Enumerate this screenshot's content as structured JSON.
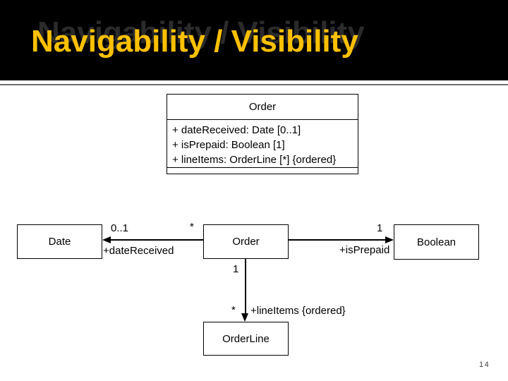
{
  "header": {
    "title": "Navigability / Visibility"
  },
  "class_box": {
    "name": "Order",
    "attributes": [
      "+ dateReceived: Date [0..1]",
      "+ isPrepaid: Boolean [1]",
      "+ lineItems: OrderLine [*] {ordered}"
    ]
  },
  "diagram": {
    "date_class": "Date",
    "order_class": "Order",
    "boolean_class": "Boolean",
    "orderline_class": "OrderLine",
    "date_assoc": {
      "target_multiplicity": "0..1",
      "source_multiplicity": "*",
      "role_label": "+dateReceived"
    },
    "boolean_assoc": {
      "target_multiplicity": "1",
      "role_label": "+isPrepaid"
    },
    "orderline_assoc": {
      "source_multiplicity": "1",
      "target_multiplicity": "*",
      "role_label": "+lineItems {ordered}"
    }
  },
  "footer": {
    "page_number": "14"
  },
  "colors": {
    "title_text": "#FFC000",
    "header_background": "#000000",
    "separator_line": "#6e6e6e",
    "diagram_lines": "#000000"
  }
}
